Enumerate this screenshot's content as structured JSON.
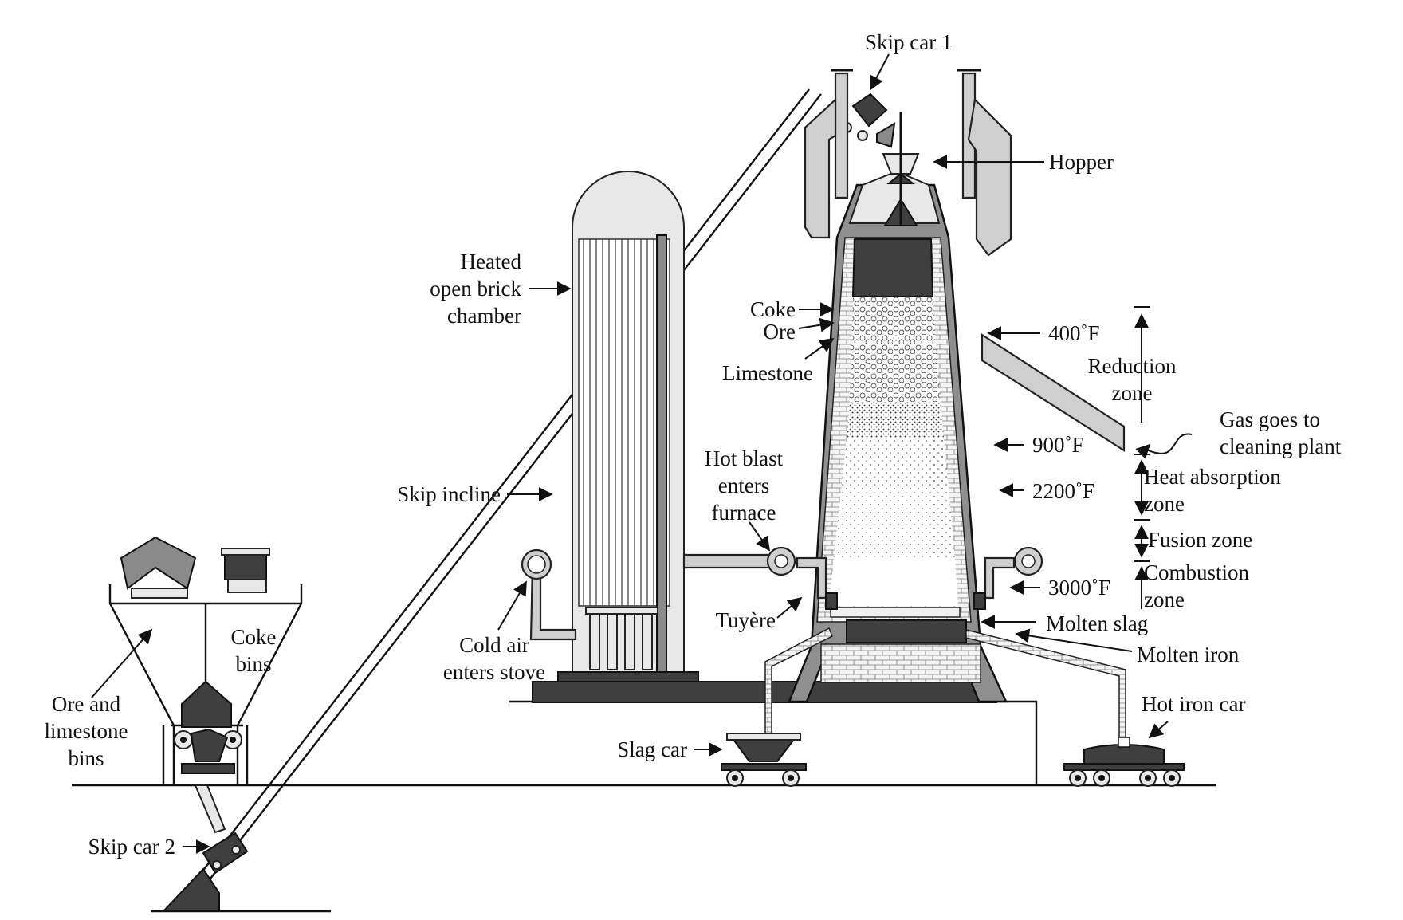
{
  "labels": {
    "skip_car_1": "Skip car 1",
    "hopper": "Hopper",
    "heated_1": "Heated",
    "heated_2": "open brick",
    "heated_3": "chamber",
    "coke": "Coke",
    "ore": "Ore",
    "limestone": "Limestone",
    "t400": "400˚F",
    "reduction_1": "Reduction",
    "reduction_2": "zone",
    "gas_1": "Gas goes to",
    "gas_2": "cleaning plant",
    "t900": "900˚F",
    "heat_abs_1": "Heat absorption",
    "heat_abs_2": "zone",
    "t2200": "2200˚F",
    "fusion": "Fusion zone",
    "combustion_1": "Combustion",
    "combustion_2": "zone",
    "t3000": "3000˚F",
    "hot_blast_1": "Hot blast",
    "hot_blast_2": "enters",
    "hot_blast_3": "furnace",
    "skip_incline": "Skip incline",
    "tuyere": "Tuyère",
    "molten_slag": "Molten slag",
    "molten_iron": "Molten iron",
    "cold_air_1": "Cold air",
    "cold_air_2": "enters stove",
    "hot_iron_car": "Hot iron car",
    "slag_car": "Slag car",
    "coke_bins_1": "Coke",
    "coke_bins_2": "bins",
    "ore_bins_1": "Ore and",
    "ore_bins_2": "limestone",
    "ore_bins_3": "bins",
    "skip_car_2": "Skip car 2"
  }
}
